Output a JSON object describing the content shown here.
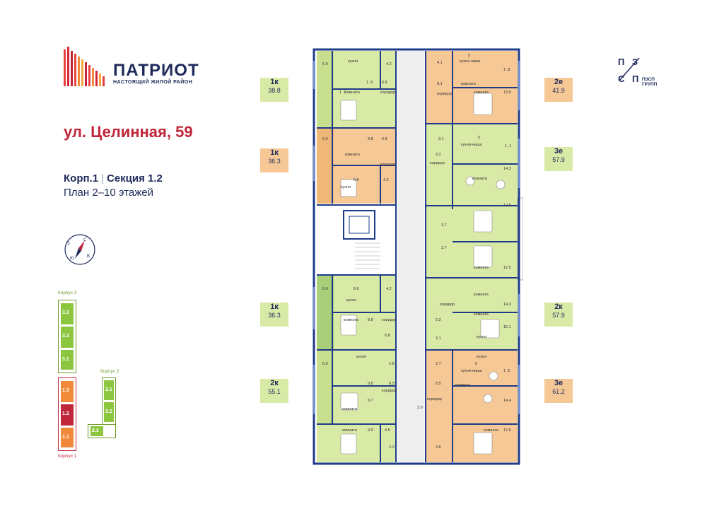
{
  "brand": {
    "name": "ПАТРИОТ",
    "subtitle": "НАСТОЯЩИЙ ЖИЛОЙ РАЙОН"
  },
  "address": "ул. Целинная, 59",
  "building": {
    "korpus": "Корп.1",
    "section": "Секция 1.2",
    "plan": "План 2–10 этажей"
  },
  "developer": {
    "logo_letters": [
      "П",
      "З",
      "С",
      "П"
    ],
    "name": "ПЗСП ГРУПП"
  },
  "compass": [
    "С",
    "В",
    "Ю",
    "З"
  ],
  "site_plan": {
    "korpus3": "Корпус 3",
    "korpus2": "Корпус 2",
    "korpus1": "Корпус 1",
    "sections": [
      "3.3",
      "3.2",
      "3.1",
      "1.3",
      "1.2",
      "1.1",
      "2.1",
      "2.2",
      "2.3"
    ]
  },
  "apartments": [
    {
      "type": "1к",
      "area": "38.8"
    },
    {
      "type": "1к",
      "area": "36.3"
    },
    {
      "type": "1к",
      "area": "36.3"
    },
    {
      "type": "2к",
      "area": "55.1"
    },
    {
      "type": "2е",
      "area": "41.9"
    },
    {
      "type": "3е",
      "area": "57.9"
    },
    {
      "type": "2к",
      "area": "57.9"
    },
    {
      "type": "3е",
      "area": "61.2"
    }
  ],
  "rooms": {
    "kitchen": "кухня",
    "room": "комната",
    "corridor": "коридор",
    "kitchen_niche": "кухня-ниша",
    "nums": [
      "6.9",
      "4.2",
      "1 .8",
      "6.8",
      "1 .1",
      "4.1",
      "5",
      "1 .8",
      "8.1",
      "13.9",
      "6.9",
      "9.8",
      "6.8",
      "8.6",
      "4.2",
      "3.1",
      "5",
      "1 .1",
      "9.2",
      "14.3",
      "12.5",
      "3.7",
      "3.7",
      "12.5",
      "6.9",
      "8.6",
      "4.2",
      "9.8",
      "6.8",
      "14.3",
      "9.2",
      "15.1",
      "3.1",
      "6.9",
      "2.8",
      "9.8",
      "9.3",
      "9.7",
      "3.9",
      "9.9",
      "4.5",
      "2.2",
      "2.7",
      "5",
      "1 .5",
      "8.5",
      "14.4",
      "12.6",
      "3.6"
    ]
  },
  "colors": {
    "navy": "#1f2a5a",
    "green": "#d9e9a6",
    "green_dark": "#a9cf7a",
    "orange": "#f6c896",
    "red": "#c0263a",
    "wall": "#1e3b8a"
  }
}
